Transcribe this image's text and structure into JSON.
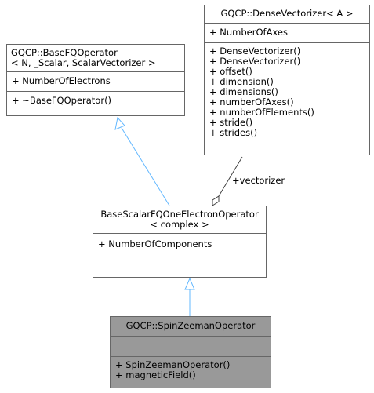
{
  "classes": {
    "base_fq_operator": {
      "title": [
        "GQCP::BaseFQOperator",
        "< N, _Scalar, ScalarVectorizer >"
      ],
      "attributes": [
        "+ NumberOfElectrons"
      ],
      "methods": [
        "+ ~BaseFQOperator()"
      ]
    },
    "dense_vectorizer": {
      "title": [
        "GQCP::DenseVectorizer< A >"
      ],
      "attributes": [
        "+ NumberOfAxes"
      ],
      "methods": [
        "+ DenseVectorizer()",
        "+ DenseVectorizer()",
        "+ offset()",
        "+ dimension()",
        "+ dimensions()",
        "+ numberOfAxes()",
        "+ numberOfElements()",
        "+ stride()",
        "+ strides()"
      ]
    },
    "base_scalar_operator": {
      "title": [
        "BaseScalarFQOneElectronOperator",
        "< complex >"
      ],
      "attributes": [
        "+ NumberOfComponents"
      ],
      "methods": []
    },
    "spin_zeeman_operator": {
      "title": [
        "GQCP::SpinZeemanOperator"
      ],
      "attributes": [],
      "methods": [
        "+ SpinZeemanOperator()",
        "+ magneticField()"
      ]
    }
  },
  "relations": {
    "composition_label": "+vectorizer"
  },
  "colors": {
    "inheritance_edge": "#63b8ff",
    "association_edge": "#404040",
    "focus_fill": "#999999",
    "box_border": "#666666"
  }
}
